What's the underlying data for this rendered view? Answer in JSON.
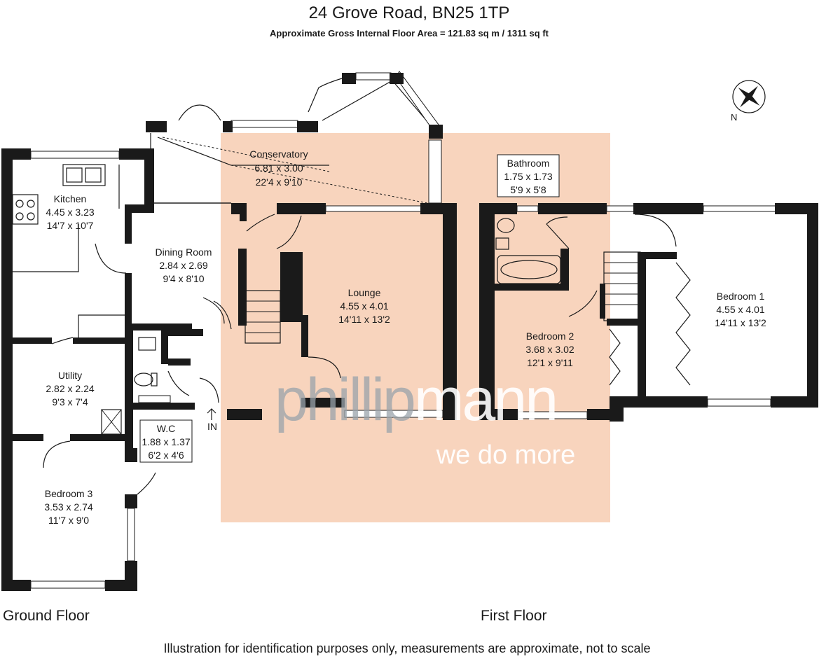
{
  "header": {
    "title": "24 Grove Road, BN25 1TP",
    "subtitle": "Approximate Gross Internal Floor Area = 121.83 sq m / 1311 sq ft"
  },
  "compass": {
    "label": "N"
  },
  "rooms": {
    "conservatory": {
      "name": "Conservatory",
      "metric": "6.81 x 3.00",
      "imperial": "22'4 x 9'10"
    },
    "kitchen": {
      "name": "Kitchen",
      "metric": "4.45 x 3.23",
      "imperial": "14'7 x 10'7"
    },
    "dining": {
      "name": "Dining Room",
      "metric": "2.84 x 2.69",
      "imperial": "9'4 x 8'10"
    },
    "lounge": {
      "name": "Lounge",
      "metric": "4.55 x 4.01",
      "imperial": "14'11 x 13'2"
    },
    "utility": {
      "name": "Utility",
      "metric": "2.82 x 2.24",
      "imperial": "9'3 x 7'4"
    },
    "wc": {
      "name": "W.C",
      "metric": "1.88 x 1.37",
      "imperial": "6'2 x 4'6"
    },
    "bedroom3": {
      "name": "Bedroom 3",
      "metric": "3.53 x 2.74",
      "imperial": "11'7 x 9'0"
    },
    "bathroom": {
      "name": "Bathroom",
      "metric": "1.75 x 1.73",
      "imperial": "5'9 x 5'8"
    },
    "bedroom2": {
      "name": "Bedroom 2",
      "metric": "3.68 x 3.02",
      "imperial": "12'1 x 9'11"
    },
    "bedroom1": {
      "name": "Bedroom 1",
      "metric": "4.55 x 4.01",
      "imperial": "14'11 x 13'2"
    }
  },
  "entrance": {
    "label": "IN"
  },
  "watermark": {
    "brand_a": "phillip",
    "brand_b": "mann",
    "tagline": "we do more"
  },
  "floors": {
    "ground": "Ground Floor",
    "first": "First Floor"
  },
  "footer": {
    "disclaimer": "Illustration for identification purposes only, measurements are approximate, not to scale"
  },
  "colors": {
    "watermark_block": "#f8d4bd",
    "walls": "#1a1a1a",
    "brand_grey": "#9aa3ab"
  }
}
